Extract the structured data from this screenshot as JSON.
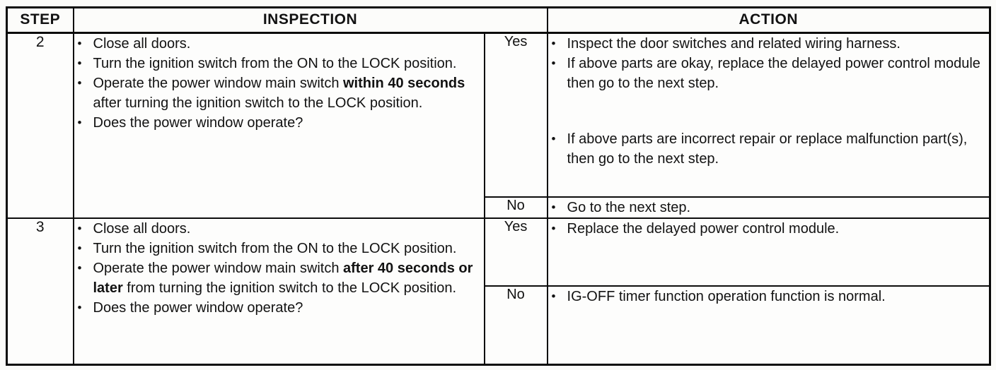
{
  "ui": {
    "bullet": "•"
  },
  "table": {
    "headers": {
      "step": "STEP",
      "inspection": "INSPECTION",
      "action": "ACTION"
    },
    "rows": [
      {
        "step": "2",
        "yes_label": "Yes",
        "no_label": "No",
        "inspection": [
          {
            "pre": "Close all doors.",
            "bold": "",
            "post": ""
          },
          {
            "pre": "Turn the ignition switch from the ON to the LOCK position.",
            "bold": "",
            "post": ""
          },
          {
            "pre": "Operate the power window main switch ",
            "bold": "within 40 seconds",
            "post": " after turning the ignition switch to the LOCK position."
          },
          {
            "pre": "Does the power window operate?",
            "bold": "",
            "post": ""
          }
        ],
        "yes_actions": [
          {
            "pre": "Inspect the door switches and related wiring harness.",
            "bold": "",
            "post": ""
          },
          {
            "pre": "If above parts are okay, replace the delayed power control module then go to the next step.",
            "bold": "",
            "post": ""
          },
          {
            "pre": "If above parts are incorrect repair or replace malfunction part(s), then go to the next step.",
            "bold": "",
            "post": ""
          }
        ],
        "no_actions": [
          {
            "pre": "Go to the next step.",
            "bold": "",
            "post": ""
          }
        ]
      },
      {
        "step": "3",
        "yes_label": "Yes",
        "no_label": "No",
        "inspection": [
          {
            "pre": "Close all doors.",
            "bold": "",
            "post": ""
          },
          {
            "pre": "Turn the ignition switch from the ON to the LOCK position.",
            "bold": "",
            "post": ""
          },
          {
            "pre": "Operate the power window main switch ",
            "bold": "after 40 seconds or later",
            "post": " from turning the ignition switch to the LOCK position."
          },
          {
            "pre": "Does the power window operate?",
            "bold": "",
            "post": ""
          }
        ],
        "yes_actions": [
          {
            "pre": "Replace the delayed power control module.",
            "bold": "",
            "post": ""
          }
        ],
        "no_actions": [
          {
            "pre": "IG-OFF timer function operation function is normal.",
            "bold": "",
            "post": ""
          }
        ]
      }
    ]
  }
}
